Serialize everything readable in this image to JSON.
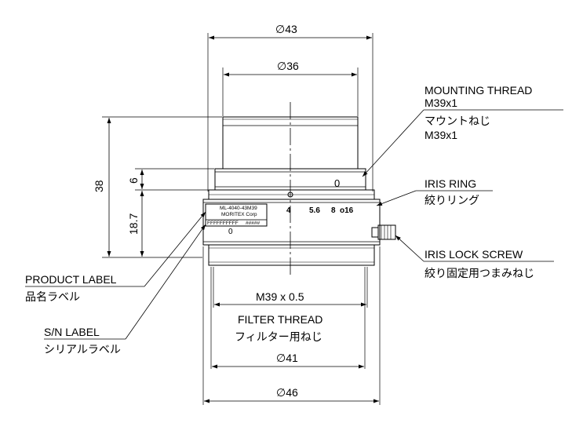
{
  "dimensions": {
    "outer_diameter_top": "∅43",
    "inner_diameter_top": "∅36",
    "total_height": "38",
    "thread_height": "6",
    "body_height": "18.7",
    "filter_thread_size": "M39 x 0.5",
    "filter_diameter": "∅41",
    "bottom_diameter": "∅46"
  },
  "labels": {
    "mounting_thread_en": "MOUNTING THREAD",
    "mounting_thread_spec": "M39x1",
    "mounting_thread_jp": "マウントねじ",
    "mounting_thread_spec_jp": "M39x1",
    "iris_ring_en": "IRIS RING",
    "iris_ring_jp": "絞りリング",
    "iris_lock_en": "IRIS LOCK SCREW",
    "iris_lock_jp": "絞り固定用つまみねじ",
    "product_label_en": "PRODUCT LABEL",
    "product_label_jp": "品名ラベル",
    "sn_label_en": "S/N LABEL",
    "sn_label_jp": "シリアルラベル",
    "filter_thread_en": "FILTER THREAD",
    "filter_thread_jp": "フィルター用ねじ"
  },
  "product_plate": {
    "model": "ML-4040-43M39",
    "maker": "MORITEX Corp",
    "serial": "FFFFFFFFFF",
    "serial_suffix": "#####",
    "mark": "0"
  },
  "iris_scale": {
    "f1": "4",
    "f2": "5.6",
    "f3": "8",
    "f4": "o16"
  },
  "thread_mark": "0",
  "colors": {
    "line": "#000000",
    "background": "#ffffff"
  }
}
